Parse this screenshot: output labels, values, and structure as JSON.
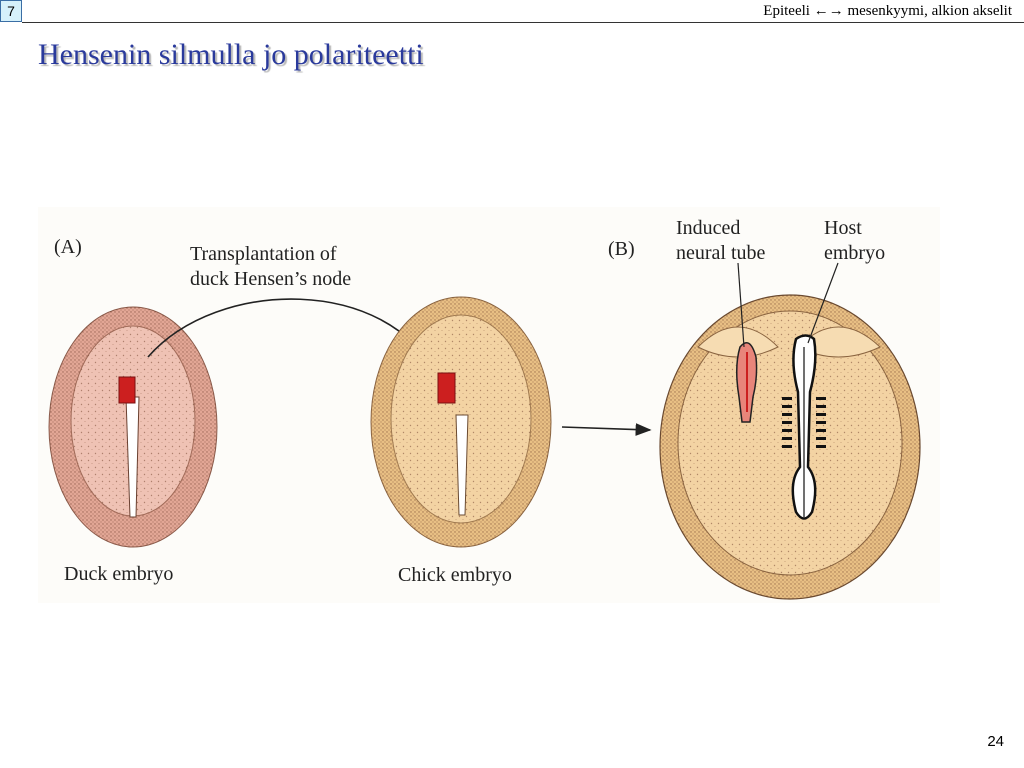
{
  "header": {
    "chapter_number": "7",
    "section_title": "Epiteeli ←→ mesenkyymi, alkion akselit"
  },
  "slide": {
    "title": "Hensenin silmulla jo polariteetti",
    "page_number": "24"
  },
  "figure": {
    "panel_a_label": "(A)",
    "panel_b_label": "(B)",
    "transplant_label_line1": "Transplantation of",
    "transplant_label_line2": "duck Hensen’s node",
    "duck_label": "Duck embryo",
    "chick_label": "Chick embryo",
    "induced_label_line1": "Induced",
    "induced_label_line2": "neural tube",
    "host_label_line1": "Host",
    "host_label_line2": "embryo",
    "colors": {
      "duck_embryo": "#e9b3a5",
      "chick_embryo": "#efc98f",
      "node_red": "#cc1f1f",
      "induced_tube": "#e8857a",
      "figure_background": "#fdfcf9"
    }
  }
}
